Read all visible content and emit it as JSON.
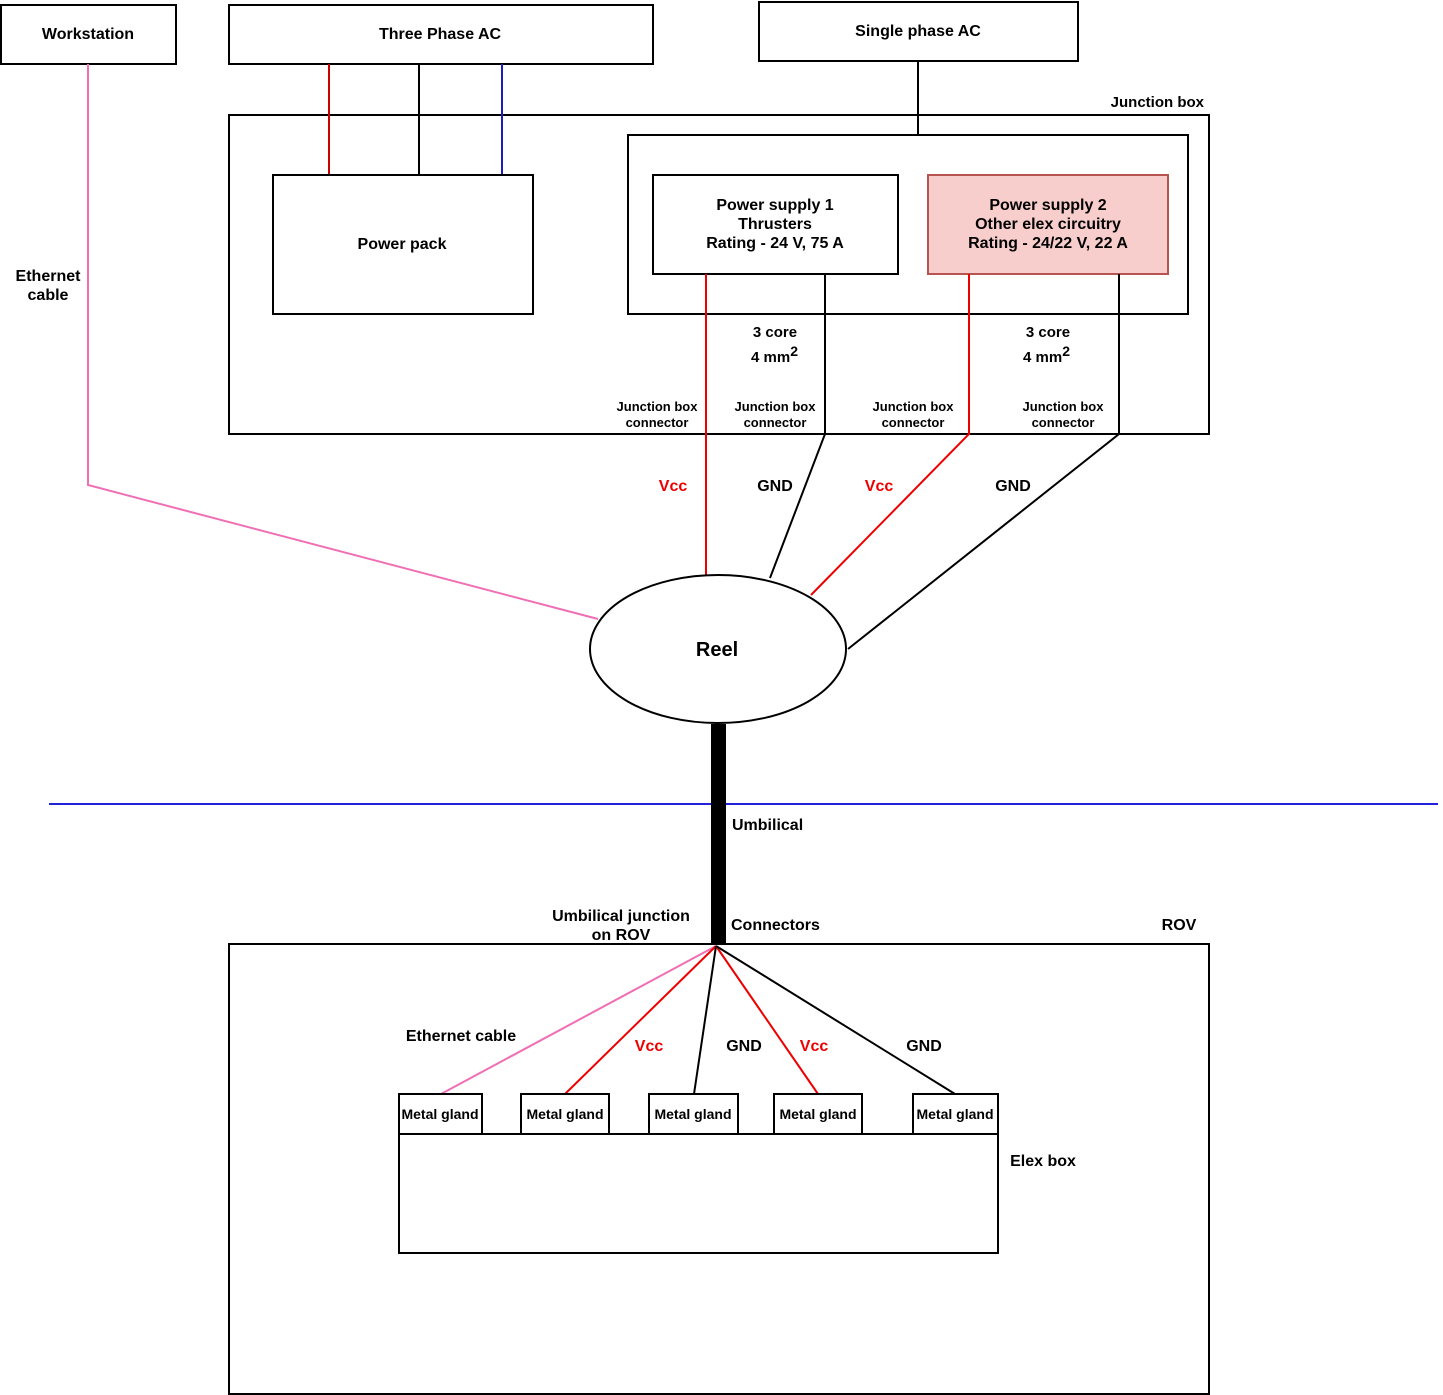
{
  "colors": {
    "vcc": "#ee0000",
    "gnd": "#000000",
    "ethernet": "#f06eb4",
    "three_phase_blue": "#1c1cc8",
    "waterline": "#2222dd",
    "power_supply_2_fill": "#f8cecc",
    "power_supply_2_stroke": "#b85450"
  },
  "nodes": {
    "workstation": "Workstation",
    "three_phase": "Three Phase AC",
    "single_phase": "Single phase AC",
    "junction_box": "Junction box",
    "power_pack": "Power pack",
    "ps1": [
      "Power supply 1",
      "Thrusters",
      "Rating - 24 V, 75 A"
    ],
    "ps2": [
      "Power supply 2",
      "Other elex circuitry",
      "Rating - 24/22 V, 22 A"
    ],
    "reel": "Reel",
    "rov": "ROV",
    "elex_box": "Elex box",
    "metal_glands": [
      "Metal gland",
      "Metal gland",
      "Metal gland",
      "Metal gland",
      "Metal gland"
    ]
  },
  "labels": {
    "ethernet_top": [
      "Ethernet",
      "cable"
    ],
    "core1": "3 core",
    "core2": "3 core",
    "mm1": "4 mm",
    "mm2": "4 mm",
    "superscript": "2",
    "jbc": [
      [
        "Junction box",
        "connector"
      ],
      [
        "Junction box",
        "connector"
      ],
      [
        "Junction box",
        "connector"
      ],
      [
        "Junction box",
        "connector"
      ]
    ],
    "upper_wires": [
      "Vcc",
      "GND",
      "Vcc",
      "GND"
    ],
    "umbilical": "Umbilical",
    "umbilical_junction": [
      "Umbilical junction",
      "on ROV"
    ],
    "connectors": "Connectors",
    "ethernet_bottom": "Ethernet cable",
    "lower_wires": [
      "Vcc",
      "GND",
      "Vcc",
      "GND"
    ]
  }
}
